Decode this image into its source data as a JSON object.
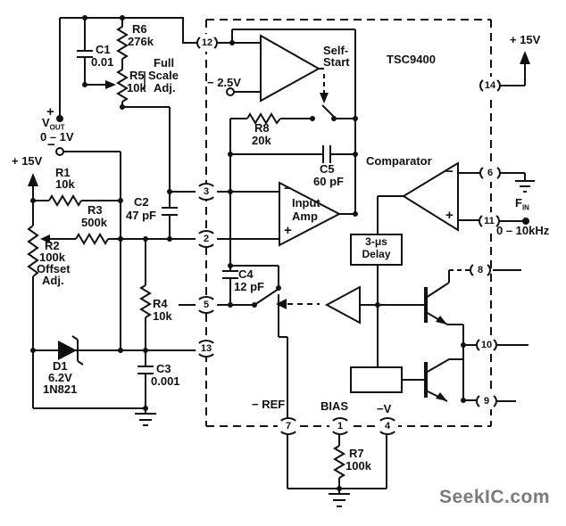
{
  "ic": {
    "name": "TSC9400",
    "pins": {
      "p1": "1",
      "p2": "2",
      "p3": "3",
      "p4": "4",
      "p5": "5",
      "p6": "6",
      "p7": "7",
      "p8": "8",
      "p9": "9",
      "p10": "10",
      "p11": "11",
      "p12": "12",
      "p13": "13",
      "p14": "14"
    },
    "pin_functions": {
      "pin7": "− REF",
      "pin1": "BIAS",
      "pin4": "−V"
    },
    "blocks": {
      "comparator": "Comparator",
      "input_amp_1": "Input",
      "input_amp_2": "Amp",
      "delay_1": "3-μs",
      "delay_2": "Delay",
      "self_start_1": "Self-",
      "self_start_2": "Start"
    }
  },
  "components": {
    "r1": [
      "R1",
      "10k"
    ],
    "r2": [
      "R2",
      "100k",
      "Offset",
      "Adj."
    ],
    "r3": [
      "R3",
      "500k"
    ],
    "r4": [
      "R4",
      "10k"
    ],
    "r5": [
      "R5",
      "10k"
    ],
    "r6": [
      "R6",
      "276k"
    ],
    "r7": [
      "R7",
      "100k"
    ],
    "r8": [
      "R8",
      "20k"
    ],
    "c1": [
      "C1",
      "0.01"
    ],
    "c2": [
      "C2",
      "47 pF"
    ],
    "c3": [
      "C3",
      "0.001"
    ],
    "c4": [
      "C4",
      "12 pF"
    ],
    "c5": [
      "C5",
      "60 pF"
    ],
    "d1": [
      "D1",
      "6.2V",
      "1N821"
    ]
  },
  "labels": {
    "plus15_left": "+ 15V",
    "plus15_right": "+ 15V",
    "minus25": "− 2.5V",
    "vout_plus": "+",
    "vout_minus": "−",
    "vout_v": "V",
    "vout_sub": "OUT",
    "vout_range": "0 – 1V",
    "fin_f": "F",
    "fin_sub": "IN",
    "fin_range": "0 – 10kHz",
    "full_scale_1": "Full",
    "full_scale_2": "Scale",
    "full_scale_3": "Adj.",
    "amp_minus": "−",
    "amp_plus": "+",
    "comp_minus": "−",
    "comp_plus": "+"
  },
  "colors": {
    "line": "#111111",
    "watermark": "#7b7b7b",
    "background": "#ffffff"
  },
  "watermark": "SeekIC.com"
}
